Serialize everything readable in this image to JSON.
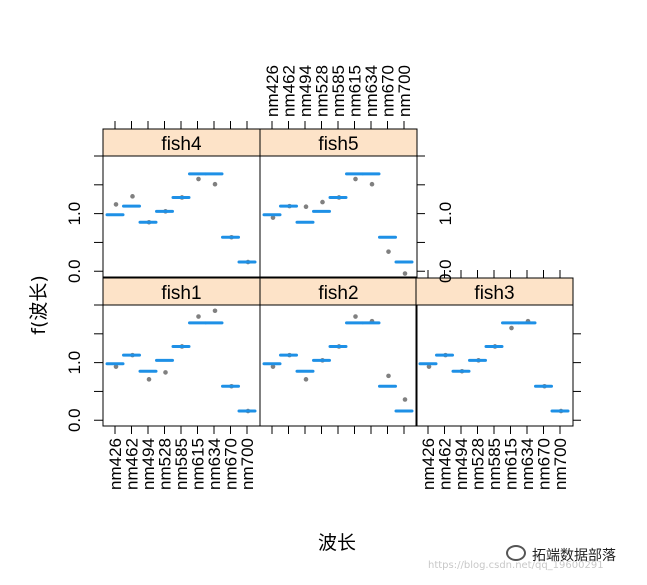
{
  "chart_data": {
    "type": "scatter",
    "xlabel": "波长",
    "ylabel": "f(波长)",
    "categories": [
      "nm426",
      "nm462",
      "nm494",
      "nm528",
      "nm585",
      "nm615",
      "nm634",
      "nm670",
      "nm700"
    ],
    "y_ticks": [
      "0.0",
      "1.0"
    ],
    "ylim": [
      -0.1,
      2.0
    ],
    "legend": "none",
    "colors": {
      "fitted": "#1e90e6",
      "observed": "#808080",
      "strip": "#fde3c8"
    },
    "panels": [
      {
        "name": "fish1",
        "fitted": [
          0.98,
          1.13,
          0.85,
          1.04,
          1.28,
          1.69,
          1.69,
          0.59,
          0.16
        ],
        "observed": [
          0.93,
          1.13,
          0.71,
          0.83,
          1.28,
          1.8,
          1.9,
          0.59,
          0.16
        ]
      },
      {
        "name": "fish2",
        "fitted": [
          0.98,
          1.13,
          0.85,
          1.04,
          1.28,
          1.69,
          1.69,
          0.59,
          0.16
        ],
        "observed": [
          0.93,
          1.13,
          0.71,
          1.04,
          1.28,
          1.8,
          1.72,
          0.77,
          0.36
        ]
      },
      {
        "name": "fish3",
        "fitted": [
          0.98,
          1.13,
          0.85,
          1.04,
          1.28,
          1.69,
          1.69,
          0.59,
          0.16
        ],
        "observed": [
          0.93,
          1.13,
          0.85,
          1.04,
          1.28,
          1.6,
          1.72,
          0.59,
          0.16
        ]
      },
      {
        "name": "fish4",
        "fitted": [
          0.98,
          1.13,
          0.85,
          1.04,
          1.28,
          1.69,
          1.69,
          0.59,
          0.16
        ],
        "observed": [
          1.16,
          1.3,
          0.85,
          1.04,
          1.28,
          1.6,
          1.51,
          0.59,
          0.16
        ]
      },
      {
        "name": "fish5",
        "fitted": [
          0.98,
          1.13,
          0.85,
          1.04,
          1.28,
          1.69,
          1.69,
          0.59,
          0.16
        ],
        "observed": [
          0.93,
          1.13,
          1.12,
          1.2,
          1.28,
          1.6,
          1.51,
          0.34,
          -0.04
        ]
      }
    ]
  },
  "watermark": "https://blog.csdn.net/qq_19600291",
  "brand": "拓端数据部落"
}
